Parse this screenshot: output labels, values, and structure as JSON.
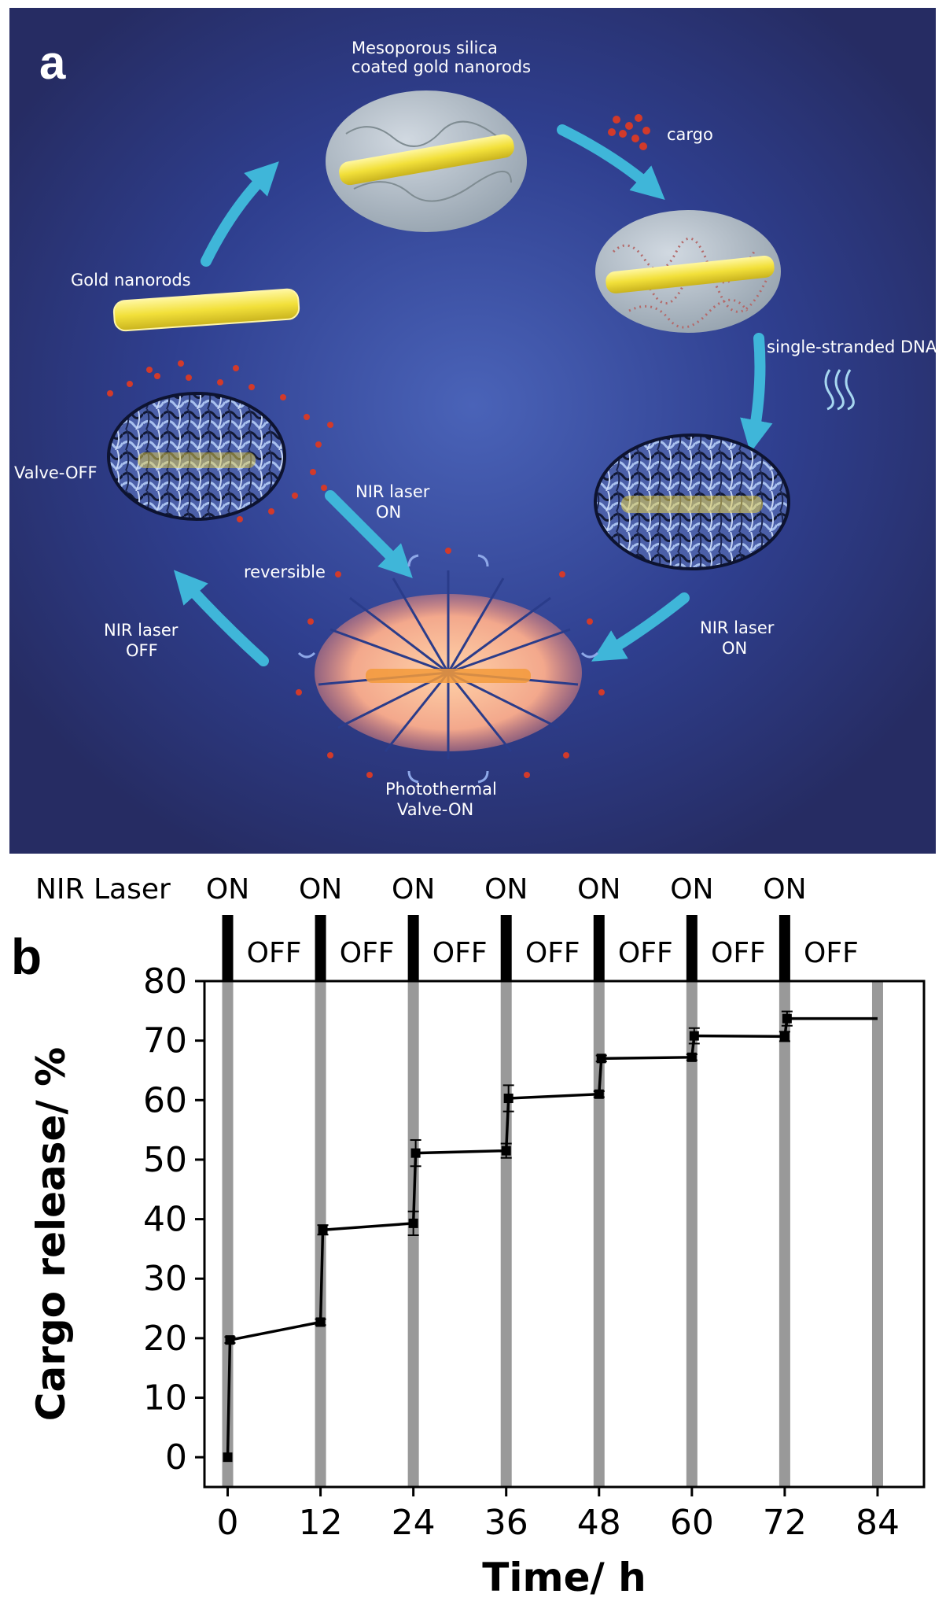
{
  "panel_a": {
    "label": "a",
    "labels": {
      "gold_nanorods": "Gold nanorods",
      "mesoporous_line1": "Mesoporous silica",
      "mesoporous_line2": "coated gold nanorods",
      "cargo": "cargo",
      "ssdna": "single-stranded DNA",
      "valve_off": "Valve-OFF",
      "nir_on_1_line1": "NIR laser",
      "nir_on_1_line2": "ON",
      "nir_on_2_line1": "NIR laser",
      "nir_on_2_line2": "ON",
      "nir_off_line1": "NIR laser",
      "nir_off_line2": "OFF",
      "reversible": "reversible",
      "photothermal_line1": "Photothermal",
      "photothermal_line2": "Valve-ON"
    },
    "colors": {
      "background": "#2b3370",
      "arrow": "#3fb6d9",
      "rod": "#f2e03a",
      "cargo": "#d23a2a"
    }
  },
  "panel_b": {
    "label": "b",
    "laser_row_label": "NIR Laser",
    "on_label": "ON",
    "off_label": "OFF"
  },
  "chart_data": {
    "type": "line",
    "xlabel": "Time/ h",
    "ylabel": "Cargo release/ %",
    "xlim": [
      -3,
      90
    ],
    "ylim": [
      -5,
      80
    ],
    "xticks": [
      0,
      12,
      24,
      36,
      48,
      60,
      72,
      84
    ],
    "yticks": [
      0,
      10,
      20,
      30,
      40,
      50,
      60,
      70,
      80
    ],
    "laser_on_times": [
      0,
      12,
      24,
      36,
      48,
      60,
      72,
      84
    ],
    "laser_labels_on": [
      0,
      12,
      24,
      36,
      48,
      60,
      72
    ],
    "laser_labels_off": [
      6,
      18,
      30,
      42,
      54,
      66,
      78
    ],
    "series": [
      {
        "x": [
          0,
          0.3,
          12,
          12.3,
          24,
          24.3,
          36,
          36.3,
          48,
          48.3,
          60,
          60.3,
          72,
          72.3,
          84
        ],
        "y": [
          0,
          19.7,
          22.7,
          38.2,
          39.3,
          51.1,
          51.5,
          60.3,
          61,
          67,
          67.2,
          70.8,
          70.7,
          73.7,
          73.7
        ],
        "err": [
          0,
          0.5,
          0.5,
          0.8,
          2,
          2.2,
          1.2,
          2.2,
          0.5,
          0.5,
          0.5,
          1.3,
          0.8,
          1.2,
          0
        ]
      }
    ],
    "colors": {
      "line": "#000000",
      "laser_band": "#999999",
      "band_cap": "#000000"
    }
  }
}
